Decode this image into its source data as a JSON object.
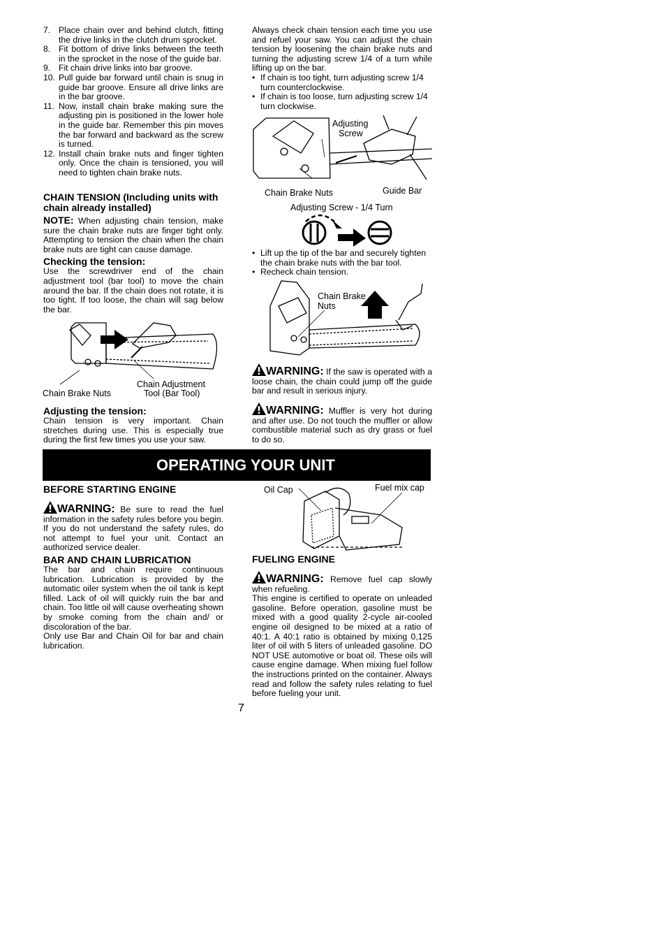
{
  "left_column": {
    "steps": [
      {
        "num": "7.",
        "text": "Place chain over and behind clutch, fitting the drive links in the clutch drum sprocket."
      },
      {
        "num": "8.",
        "text": "Fit bottom of drive links between the teeth in the sprocket in the nose of the guide bar."
      },
      {
        "num": "9.",
        "text": "Fit chain drive links into bar groove."
      },
      {
        "num": "10.",
        "text": "Pull guide bar forward until chain is snug in guide bar groove. Ensure all drive links are in the bar groove."
      },
      {
        "num": "11.",
        "text": "Now, install chain brake making sure the adjusting pin is positioned in the lower hole in the guide bar. Remember this pin moves the bar forward and backward as the screw is turned."
      },
      {
        "num": "12.",
        "text": "Install chain brake nuts and finger tighten only. Once the chain is tensioned, you will need to tighten chain brake nuts."
      }
    ],
    "chain_tension_heading": "CHAIN TENSION (Including units with chain already installed)",
    "note_label": "NOTE:",
    "note_text": "When adjusting chain tension, make sure the chain brake nuts are finger tight only. Attempting to tension the chain when the chain brake nuts are tight can cause damage.",
    "checking_heading": "Checking the tension:",
    "checking_text": "Use the screwdriver end of the chain adjustment tool (bar tool) to move the chain around the bar. If the chain does not rotate, it is too tight. If too loose, the chain will sag below the bar.",
    "fig1_label_nuts": "Chain Brake Nuts",
    "fig1_label_tool_1": "Chain Adjustment",
    "fig1_label_tool_2": "Tool (Bar Tool)",
    "adjusting_heading": "Adjusting the tension:",
    "adjusting_text": "Chain tension is very important. Chain stretches during use. This is especially true during the first few times you use your saw.",
    "before_heading": "BEFORE STARTING ENGINE",
    "warning_label": "WARNING:",
    "before_warning_text": "Be sure to read the fuel information in the safety rules before you begin. If you do not understand the safety rules, do not attempt to fuel your unit. Contact an authorized service dealer.",
    "lube_heading": "BAR AND CHAIN LUBRICATION",
    "lube_text_1": "The bar and chain require continuous lubrication. Lubrication is provided by the automatic oiler system when the oil tank is kept filled. Lack of oil will quickly ruin the bar and chain. Too little oil will cause overheating shown by smoke coming from the chain and/ or discoloration of the bar.",
    "lube_text_2": "Only use Bar and Chain Oil for bar and chain lubrication."
  },
  "right_column": {
    "intro_text": "Always check chain tension each time you use and refuel your saw. You can adjust the chain tension by loosening the chain brake nuts and turning the adjusting screw 1/4 of a turn while lifting up on the bar.",
    "bullets_1": [
      "If chain is too tight, turn adjusting screw 1/4 turn counterclockwise.",
      "If chain is too loose, turn adjusting screw 1/4 turn clockwise."
    ],
    "fig2_label_screw_1": "Adjusting",
    "fig2_label_screw_2": "Screw",
    "fig2_label_nuts": "Chain Brake Nuts",
    "fig2_label_bar": "Guide Bar",
    "fig3_caption": "Adjusting Screw - 1/4 Turn",
    "bullets_2": [
      "Lift up the tip of the bar and securely tighten the chain brake nuts with the bar tool.",
      "Recheck chain tension."
    ],
    "fig4_label_1": "Chain Brake",
    "fig4_label_2": "Nuts",
    "warning_1_label": "WARNING:",
    "warning_1_text": "If the saw is operated with a loose chain, the chain could jump off the guide bar and result in serious injury.",
    "warning_2_label": "WARNING:",
    "warning_2_text": "Muffler is very hot during and after use. Do not touch the muffler or allow combustible material such as dry grass or fuel to do so.",
    "fig5_label_oil": "Oil Cap",
    "fig5_label_fuel": "Fuel mix cap",
    "fueling_heading": "FUELING ENGINE",
    "warning_3_label": "WARNING:",
    "warning_3_text": "Remove fuel cap slowly when refueling.",
    "fueling_text": "This engine is certified to operate on unleaded gasoline. Before operation, gasoline must be mixed with a good quality 2-cycle air-cooled engine oil designed to be mixed at a ratio of 40:1. A 40:1 ratio is obtained by mixing 0,125 liter of oil with 5 liters of unleaded gasoline. DO NOT USE automotive or boat oil. These oils will cause engine damage. When mixing fuel follow the instructions printed on the container. Always read and follow the safety rules relating to fuel before fueling your unit."
  },
  "banner_title": "OPERATING YOUR UNIT",
  "page_number": "7",
  "icons": [
    "warning-triangle-icon",
    "arrow-right-icon",
    "arrow-up-icon"
  ]
}
